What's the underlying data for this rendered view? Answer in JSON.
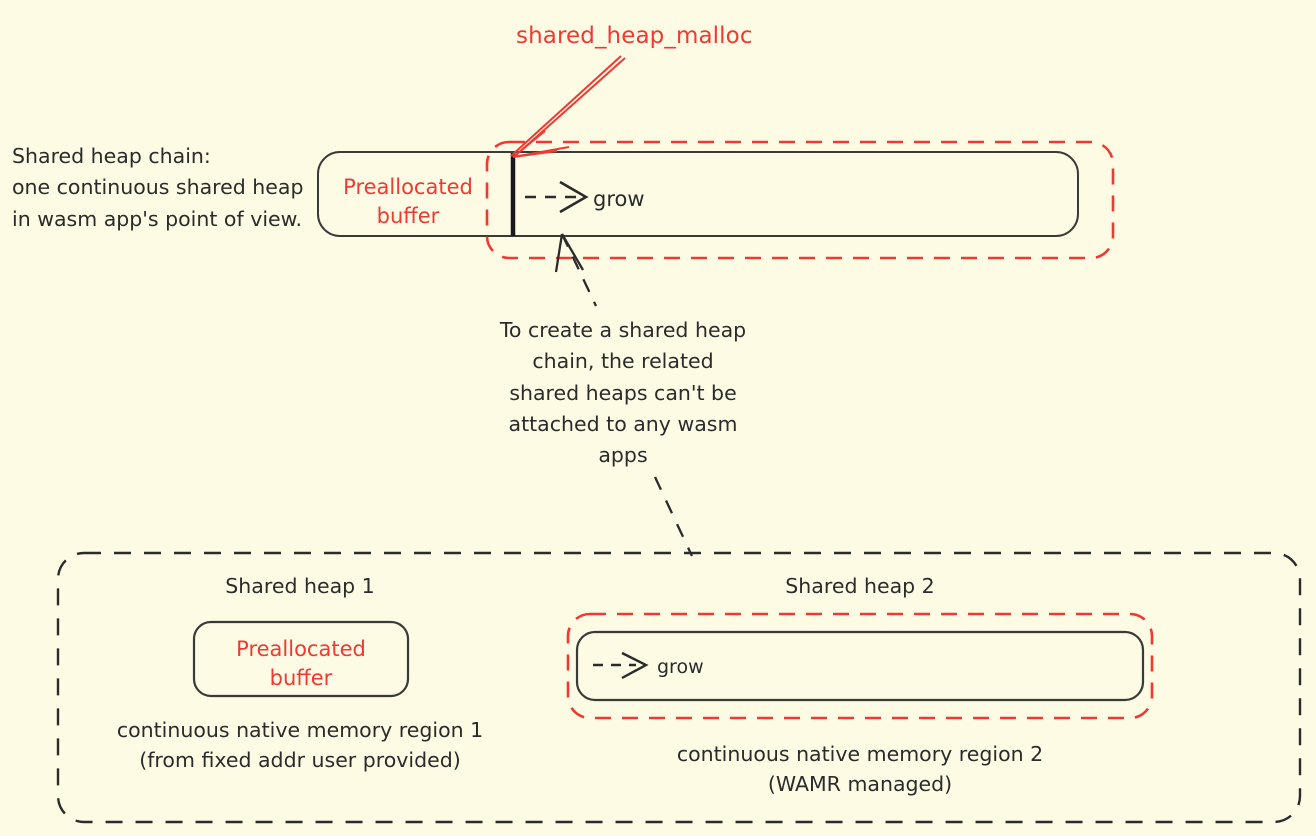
{
  "diagram": {
    "title": "WAMR shared heap chain diagram",
    "colors": {
      "background": "#fdfbe4",
      "ink": "#2b2b2b",
      "accent_red": "#ee3a32"
    },
    "top": {
      "callout_label": "shared_heap_malloc",
      "description": "Shared heap chain:\none continuous shared heap\nin wasm app's point of view.",
      "preallocated_buffer_label": "Preallocated\nbuffer",
      "grow_label": "grow"
    },
    "middle": {
      "note": "To create a shared heap\nchain, the related\nshared heaps can't be\nattached to any wasm\napps"
    },
    "bottom": {
      "shared_heap_1": {
        "title": "Shared heap 1",
        "box_label": "Preallocated\nbuffer",
        "caption": "continuous native memory region 1\n(from fixed addr user provided)"
      },
      "shared_heap_2": {
        "title": "Shared heap 2",
        "grow_label": "grow",
        "caption": "continuous native memory region 2\n(WAMR managed)"
      }
    }
  }
}
